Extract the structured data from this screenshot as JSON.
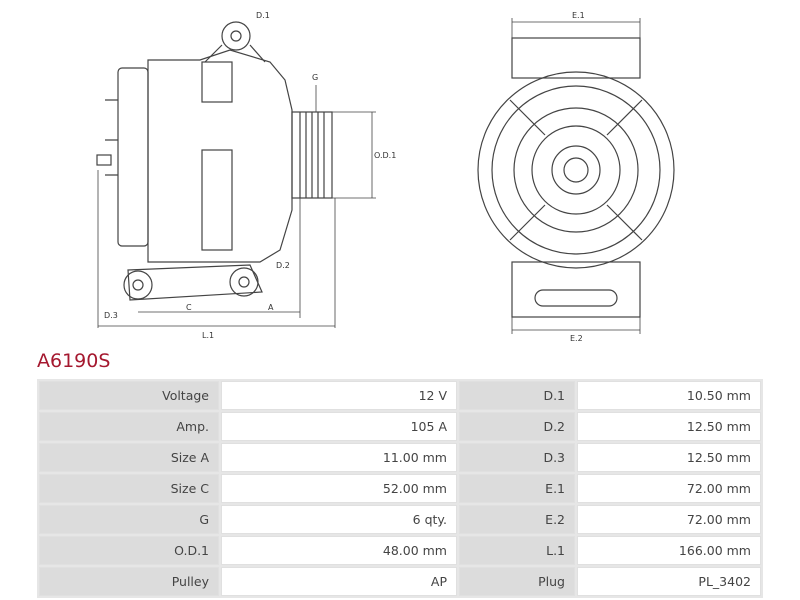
{
  "drawing": {
    "labels": {
      "d1": "D.1",
      "d2": "D.2",
      "d3": "D.3",
      "g": "G",
      "od1": "O.D.1",
      "c": "C",
      "a": "A",
      "l1": "L.1",
      "e1": "E.1",
      "e2": "E.2"
    }
  },
  "product": {
    "code": "A6190S"
  },
  "specs": [
    {
      "label": "Voltage",
      "value": "12 V",
      "label2": "D.1",
      "value2": "10.50 mm"
    },
    {
      "label": "Amp.",
      "value": "105 A",
      "label2": "D.2",
      "value2": "12.50 mm"
    },
    {
      "label": "Size A",
      "value": "11.00 mm",
      "label2": "D.3",
      "value2": "12.50 mm"
    },
    {
      "label": "Size C",
      "value": "52.00 mm",
      "label2": "E.1",
      "value2": "72.00 mm"
    },
    {
      "label": "G",
      "value": "6 qty.",
      "label2": "E.2",
      "value2": "72.00 mm"
    },
    {
      "label": "O.D.1",
      "value": "48.00 mm",
      "label2": "L.1",
      "value2": "166.00 mm"
    },
    {
      "label": "Pulley",
      "value": "AP",
      "label2": "Plug",
      "value2": "PL_3402"
    }
  ]
}
